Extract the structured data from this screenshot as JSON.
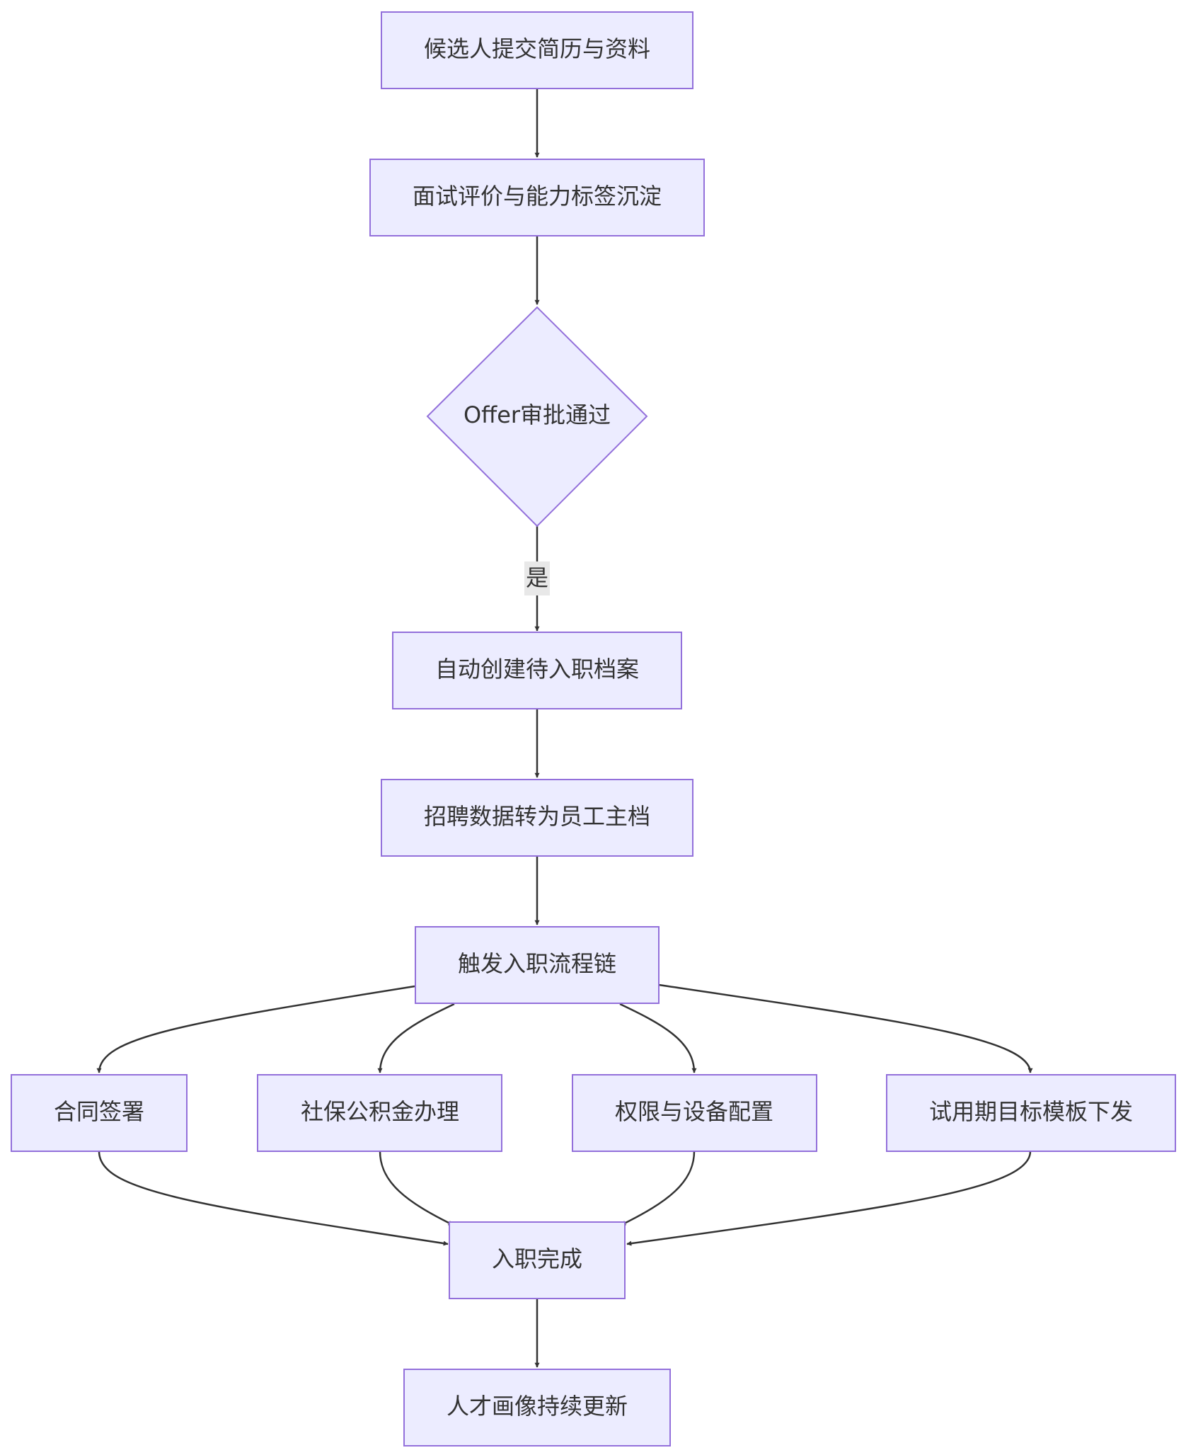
{
  "diagram": {
    "nodes": {
      "submit": {
        "label": "候选人提交简历与资料"
      },
      "interview": {
        "label": "面试评价与能力标签沉淀"
      },
      "offer": {
        "label": "Offer审批通过"
      },
      "create_profile": {
        "label": "自动创建待入职档案"
      },
      "convert_data": {
        "label": "招聘数据转为员工主档"
      },
      "trigger_chain": {
        "label": "触发入职流程链"
      },
      "contract": {
        "label": "合同签署"
      },
      "social_security": {
        "label": "社保公积金办理"
      },
      "access_devices": {
        "label": "权限与设备配置"
      },
      "probation_goals": {
        "label": "试用期目标模板下发"
      },
      "onboard_done": {
        "label": "入职完成"
      },
      "talent_profile": {
        "label": "人才画像持续更新"
      }
    },
    "edges": [
      {
        "from": "submit",
        "to": "interview"
      },
      {
        "from": "interview",
        "to": "offer"
      },
      {
        "from": "offer",
        "to": "create_profile",
        "label": "是"
      },
      {
        "from": "create_profile",
        "to": "convert_data"
      },
      {
        "from": "convert_data",
        "to": "trigger_chain"
      },
      {
        "from": "trigger_chain",
        "to": "contract"
      },
      {
        "from": "trigger_chain",
        "to": "social_security"
      },
      {
        "from": "trigger_chain",
        "to": "access_devices"
      },
      {
        "from": "trigger_chain",
        "to": "probation_goals"
      },
      {
        "from": "contract",
        "to": "onboard_done"
      },
      {
        "from": "social_security",
        "to": "onboard_done"
      },
      {
        "from": "access_devices",
        "to": "onboard_done"
      },
      {
        "from": "probation_goals",
        "to": "onboard_done"
      },
      {
        "from": "onboard_done",
        "to": "talent_profile"
      }
    ],
    "colors": {
      "node_fill": "#ECECFF",
      "node_stroke": "#9370DB",
      "edge": "#333333",
      "text": "#333333",
      "edge_label_bg": "#e8e8e8"
    }
  }
}
